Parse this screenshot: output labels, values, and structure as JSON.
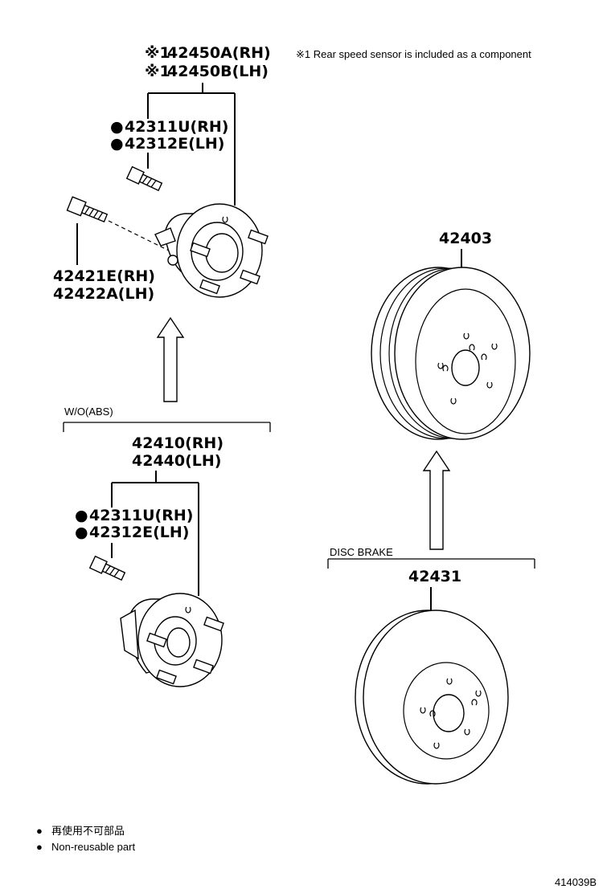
{
  "hub_sensor": {
    "mark": "※1",
    "part_rh": "42450A(RH)",
    "part_lh": "42450B(LH)"
  },
  "sensor_note": "※1 Rear speed sensor is included as a component",
  "upper_bolt": {
    "dot": "●",
    "part_rh": "42311U(RH)",
    "part_lh": "42312E(LH)"
  },
  "side_bolt": {
    "part_rh": "42421E(RH)",
    "part_lh": "42422A(LH)"
  },
  "variant_abs_label": "W/O(ABS)",
  "hub_no_abs": {
    "part_rh": "42410(RH)",
    "part_lh": "42440(LH)"
  },
  "lower_bolt": {
    "dot": "●",
    "part_rh": "42311U(RH)",
    "part_lh": "42312E(LH)"
  },
  "drum": {
    "part": "42403"
  },
  "variant_disc_label": "DISC BRAKE",
  "disc": {
    "part": "42431"
  },
  "legend": {
    "dot": "●",
    "jp": "再使用不可部品",
    "en": "Non-reusable part"
  },
  "figure_code": "414039B"
}
